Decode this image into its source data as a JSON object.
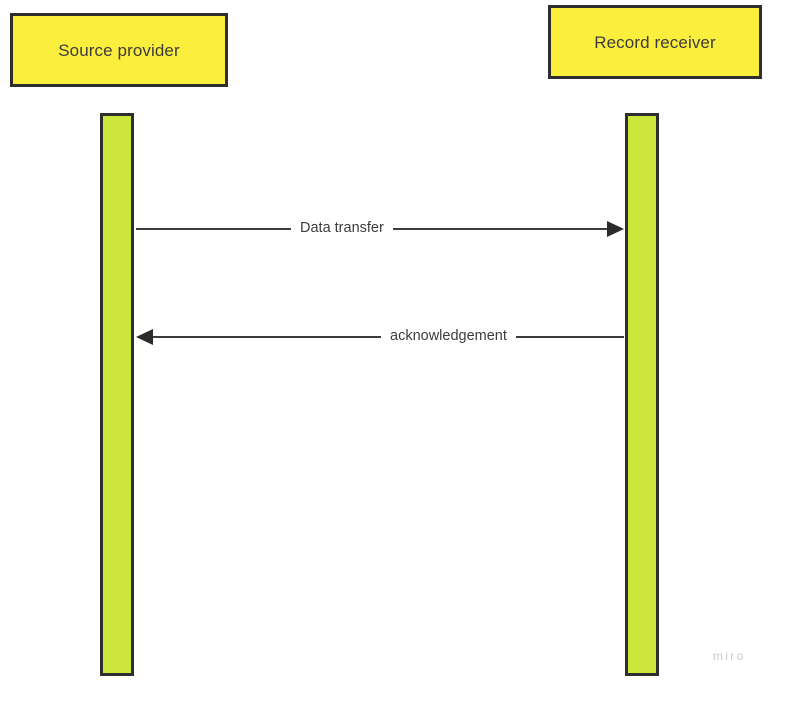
{
  "diagram": {
    "type": "sequence-diagram",
    "background_color": "#ffffff",
    "participants": [
      {
        "id": "source",
        "label": "Source provider",
        "box_color": "#fcee3c",
        "border_color": "#2e2e2e",
        "lifeline_color": "#cde63c"
      },
      {
        "id": "receiver",
        "label": "Record receiver",
        "box_color": "#fcee3c",
        "border_color": "#2e2e2e",
        "lifeline_color": "#cde63c"
      }
    ],
    "messages": [
      {
        "id": "data-transfer",
        "label": "Data transfer",
        "from": "source",
        "to": "receiver",
        "direction": "right",
        "arrow_style": "solid-filled-triangle",
        "line_color": "#3d3d3d"
      },
      {
        "id": "acknowledgement",
        "label": "acknowledgement",
        "from": "receiver",
        "to": "source",
        "direction": "left",
        "arrow_style": "solid-filled-triangle",
        "line_color": "#3d3d3d"
      }
    ],
    "watermark": {
      "text": "miro",
      "color": "#c9c9d6"
    }
  }
}
